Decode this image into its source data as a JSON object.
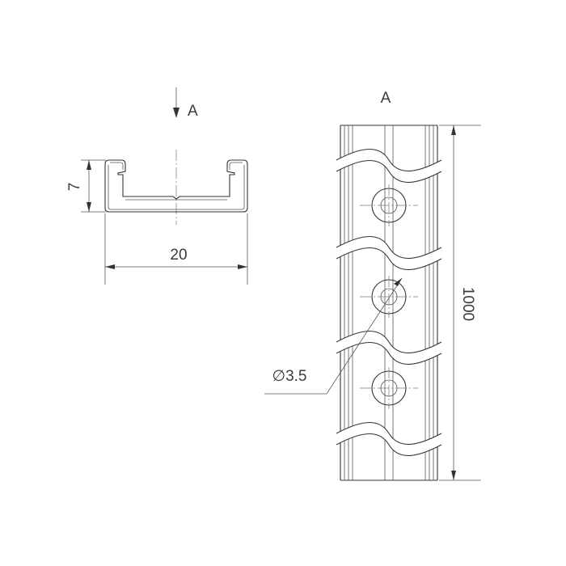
{
  "view_marker": "A",
  "view_title": "A",
  "dimensions": {
    "height": "7",
    "width": "20",
    "length": "1000",
    "hole_diameter": "∅3.5"
  },
  "colors": {
    "line": "#333333",
    "background": "#ffffff"
  }
}
